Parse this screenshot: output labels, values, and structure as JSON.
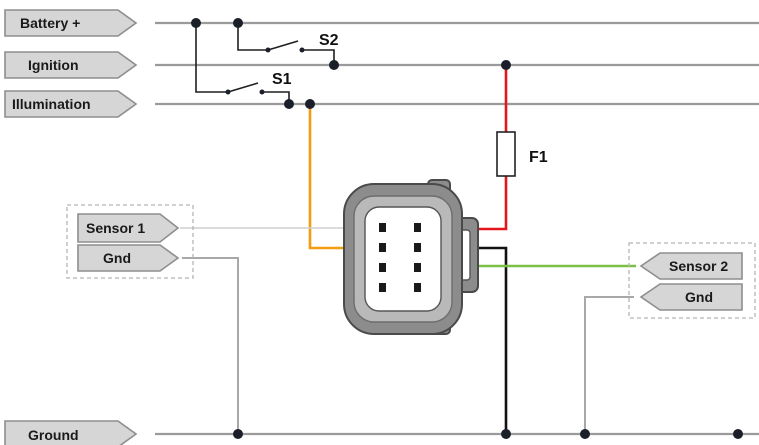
{
  "diagram": {
    "labels": {
      "battery": "Battery +",
      "ignition": "Ignition",
      "illumination": "Illumination",
      "ground": "Ground",
      "sensor1": "Sensor 1",
      "gnd_left": "Gnd",
      "sensor2": "Sensor 2",
      "gnd_right": "Gnd",
      "s1": "S1",
      "s2": "S2",
      "f1": "F1"
    },
    "colors": {
      "rail": "#9a9a9a",
      "tag_fill": "#d6d6d6",
      "tag_stroke": "#8e8e8e",
      "illumination_wire": "#f39c12",
      "fused_wire": "#e3171b",
      "ground_wire": "#111111",
      "sensor2_wire": "#7ac143",
      "sensor1_wire": "#cfcfcf",
      "sensor_gnd_wire": "#a8a8a8",
      "connector_body": "#8c8c8c",
      "connector_face": "#b9b9b9",
      "node": "#1b1f2a"
    }
  }
}
